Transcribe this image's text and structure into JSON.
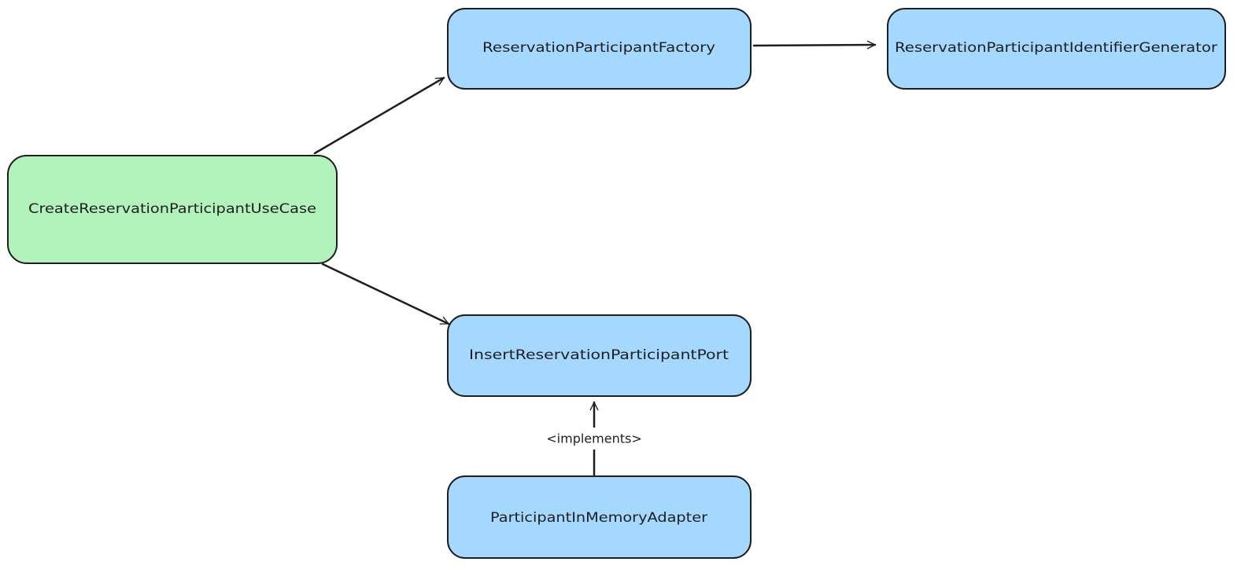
{
  "colors": {
    "usecase_fill": "#b2f2bb",
    "component_fill": "#a5d8ff",
    "stroke": "#1e1e1e",
    "background": "#ffffff"
  },
  "nodes": {
    "use_case": "CreateReservationParticipantUseCase",
    "factory": "ReservationParticipantFactory",
    "identifier_generator": "ReservationParticipantIdentifierGenerator",
    "insert_port": "InsertReservationParticipantPort",
    "in_memory_adapter": "ParticipantInMemoryAdapter"
  },
  "edges": {
    "implements_label": "<implements>"
  }
}
